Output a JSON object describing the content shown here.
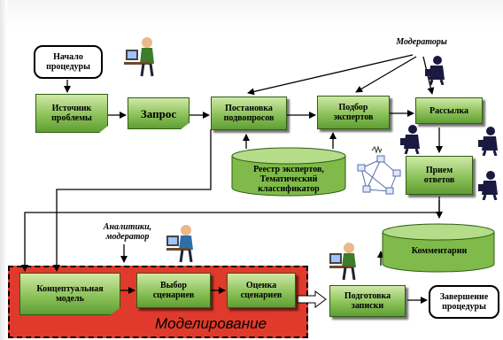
{
  "nodes": {
    "start": "Начало\nпроцедуры",
    "source": "Источник\nпроблемы",
    "request": "Запрос",
    "formulation": "Постановка\nподвопросов",
    "selection": "Подбор\nэкспертов",
    "mailing": "Рассылка",
    "registry": "Реестр экспертов,\nТематический\nклассификатор",
    "reception": "Прием\nответов",
    "comments": "Комментарии",
    "conceptual": "Концептуальная\nмодель",
    "choice": "Выбор\nсценариев",
    "evaluation": "Оценка\nсценариев",
    "preparation": "Подготовка\nзаписки",
    "finish": "Завершение\nпроцедуры"
  },
  "labels": {
    "moderators": "Модераторы",
    "analysts": "Аналитики,\nмодератор",
    "modeling": "Моделирование"
  },
  "colors": {
    "node_green": "#8cc25a",
    "modeling_red": "#e03a2c",
    "person_dark": "#1a1a40"
  },
  "icons": [
    "person-at-computer-icon",
    "moderator-silhouette-icon",
    "network-icon"
  ]
}
